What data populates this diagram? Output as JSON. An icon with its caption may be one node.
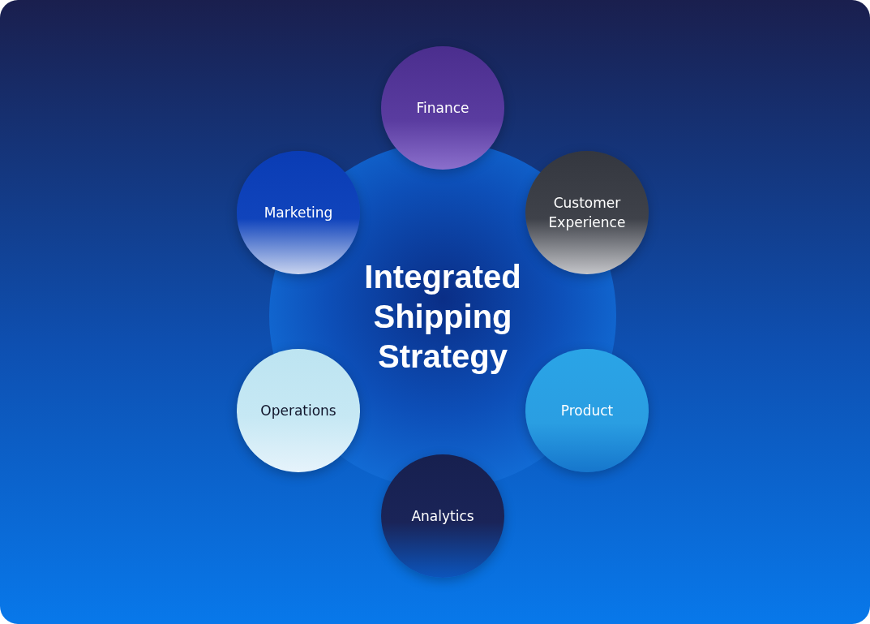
{
  "diagram": {
    "nodes": [
      {
        "text": [
          "Integrated Shipping Strategy"
        ]
      },
      {
        "text": [
          "Finance"
        ]
      },
      {
        "text": [
          "Customer Experience"
        ]
      },
      {
        "text": [
          "Product"
        ]
      },
      {
        "text": [
          "Analytics"
        ]
      },
      {
        "text": [
          "Operations"
        ]
      },
      {
        "text": [
          "Marketing"
        ]
      }
    ]
  }
}
